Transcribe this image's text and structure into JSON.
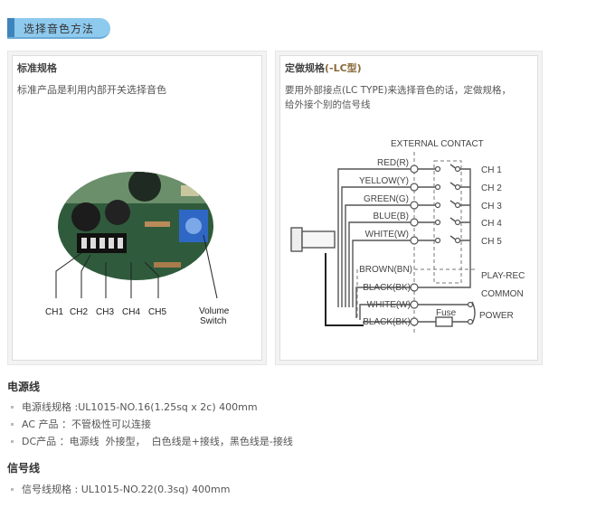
{
  "section_tab": "选择音色方法",
  "left_panel": {
    "title": "标准规格",
    "text": "标准产品是利用内部开关选择音色",
    "channel_labels": [
      "CH1",
      "CH2",
      "CH3",
      "CH4",
      "CH5"
    ],
    "volume_label_1": "Volume",
    "volume_label_2": "Switch"
  },
  "right_panel": {
    "title_main": "定做规格",
    "title_suffix": "(-LC型)",
    "text_line1": "要用外部接点(LC TYPE)来选择音色的话，定做规格，",
    "text_line2": "给外接个别的信号线",
    "diagram": {
      "header": "EXTERNAL CONTACT",
      "wires": [
        "RED(R)",
        "YELLOW(Y)",
        "GREEN(G)",
        "BLUE(B)",
        "WHITE(W)",
        "BROWN(BN)",
        "BLACK(BK)",
        "WHITE(W)",
        "BLACK(BK)"
      ],
      "channels": [
        "CH 1",
        "CH 2",
        "CH 3",
        "CH 4",
        "CH 5"
      ],
      "play_rec": "PLAY-REC",
      "common": "COMMON",
      "fuse": "Fuse",
      "power": "POWER"
    }
  },
  "power_cable": {
    "heading": "电源线",
    "items": [
      "电源线规格 :UL1015-NO.16(1.25sq x 2c) 400mm",
      "AC 产品 ：不管极性可以连接",
      "DC产品 ：电源线  外接型，  白色线是+接线，黑色线是-接线"
    ]
  },
  "signal_cable": {
    "heading": "信号线",
    "items": [
      "信号线规格 : UL1015-NO.22(0.3sq) 400mm"
    ]
  }
}
